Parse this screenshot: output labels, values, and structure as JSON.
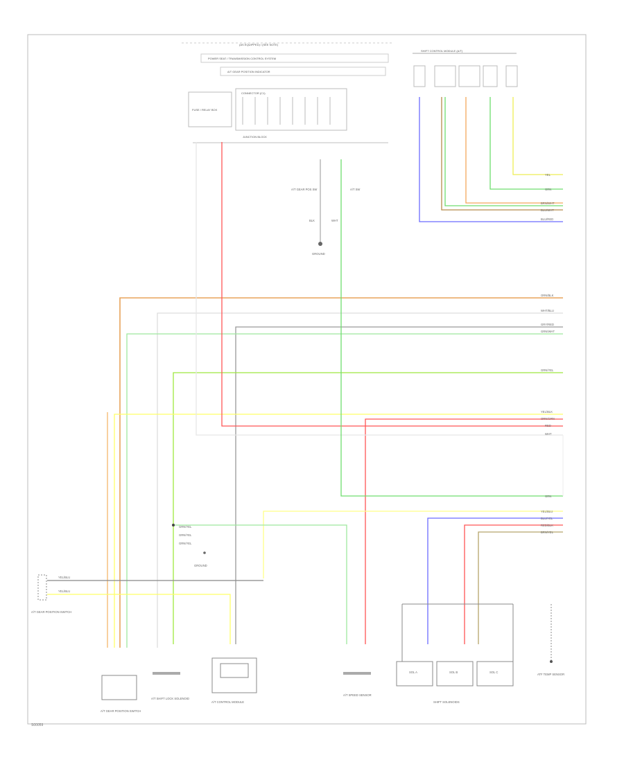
{
  "diagram": {
    "page_ref": "S00059",
    "top_banner": "(AS EQUIPPED) / (SEE NOTE)",
    "top_ref_1": "POWER SEAT / TRANSMISSION CONTROL SYSTEM",
    "top_ref_2": "A/T GEAR POSITION INDICATOR",
    "junction_block": "FUSE / RELAY BOX",
    "junction_connector": "CONNECTOR (C1)",
    "junction_footer": "JUNCTION BLOCK",
    "shift_panel_title": "SHIFT CONTROL MODULE (A/T)",
    "ground_labels": [
      "BLK",
      "WHT"
    ],
    "fuse_labels": [
      "A/T GEAR POS SW",
      "A/T SW"
    ],
    "ground_caption": "GROUND",
    "left_switch_caption": "A/T GEAR POSITION SWITCH",
    "bottom_captions": [
      "A/T GEAR POSITION SWITCH",
      "A/T SHIFT LOCK SOLENOID",
      "A/T CONTROL MODULE",
      "A/T SPEED SENSOR",
      "SHIFT SOLENOIDS",
      "ATF TEMP SENSOR"
    ],
    "wire_labels_right": [
      "YEL",
      "GRN",
      "BRN/WHT",
      "BLU/WHT",
      "BLU/RED",
      "ORN/BLK",
      "WHT/BLU",
      "GRY/RED",
      "GRN/WHT",
      "GRN/YEL",
      "YEL/BLK",
      "ORN/GRN",
      "RED",
      "WHT",
      "GRN",
      "YEL/BLU",
      "BLU/YEL",
      "RED/BLK",
      "BRN/YEL"
    ],
    "wire_labels_left": [
      "YEL/BLU",
      "YEL/BLU"
    ],
    "splice_labels": [
      "GRN/YEL",
      "GRN/YEL",
      "GRN/YEL"
    ],
    "module_labels": [
      "SOL A",
      "SOL B",
      "SOL C"
    ]
  }
}
